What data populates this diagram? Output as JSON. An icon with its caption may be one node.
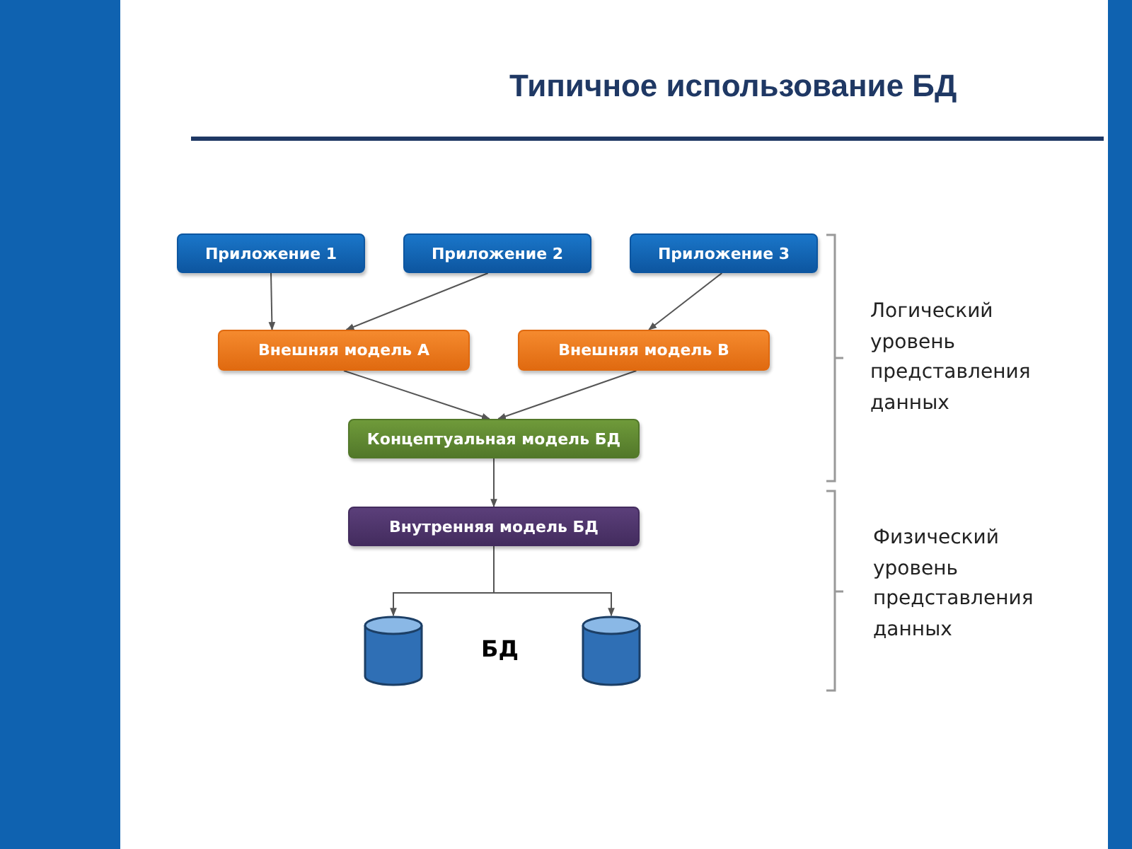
{
  "diagram": {
    "title": "Типичное использование БД",
    "nodes": [
      {
        "text": [
          "Приложение 1"
        ]
      },
      {
        "text": [
          "Приложение 2"
        ]
      },
      {
        "text": [
          "Приложение 3"
        ]
      },
      {
        "text": [
          "Внешняя модель A"
        ]
      },
      {
        "text": [
          "Внешняя модель B"
        ]
      },
      {
        "text": [
          "Концептуальная модель БД"
        ]
      },
      {
        "text": [
          "Внутренняя модель БД"
        ]
      },
      {
        "text": [],
        "shape": "cylinder"
      },
      {
        "text": [],
        "shape": "cylinder"
      }
    ],
    "edges": [
      {
        "from": 0,
        "to": 3,
        "arrow": "to"
      },
      {
        "from": 1,
        "to": 3,
        "arrow": "to"
      },
      {
        "from": 2,
        "to": 4,
        "arrow": "to"
      },
      {
        "from": 3,
        "to": 5,
        "arrow": "to"
      },
      {
        "from": 4,
        "to": 5,
        "arrow": "to"
      },
      {
        "from": 5,
        "to": 6,
        "arrow": "to"
      },
      {
        "from": 6,
        "to": 7,
        "arrow": "to"
      },
      {
        "from": 6,
        "to": 8,
        "arrow": "to"
      }
    ],
    "labels": [
      "БД",
      "Логический уровень представления данных",
      "Физический уровень представления данных"
    ]
  }
}
